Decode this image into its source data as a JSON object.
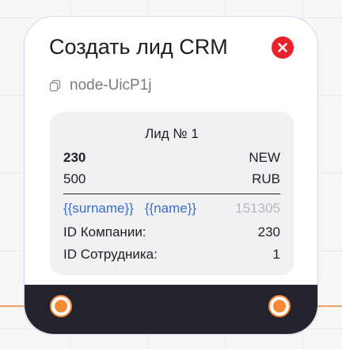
{
  "node": {
    "title": "Создать лид CRM",
    "id": "node-UicP1j",
    "close_icon": "close-icon",
    "copy_icon": "copy-icon",
    "colors": {
      "close": "#e8212b",
      "handle": "#f58a34",
      "footer": "#23232b",
      "variable": "#3a6fd0"
    }
  },
  "lead": {
    "title": "Лид № 1",
    "id_value": "230",
    "status": "NEW",
    "amount": "500",
    "currency": "RUB",
    "surname_var": "{{surname}}",
    "name_var": "{{name}}",
    "phone": "151305",
    "company_label": "ID Компании:",
    "company_value": "230",
    "employee_label": "ID Сотрудника:",
    "employee_value": "1"
  }
}
